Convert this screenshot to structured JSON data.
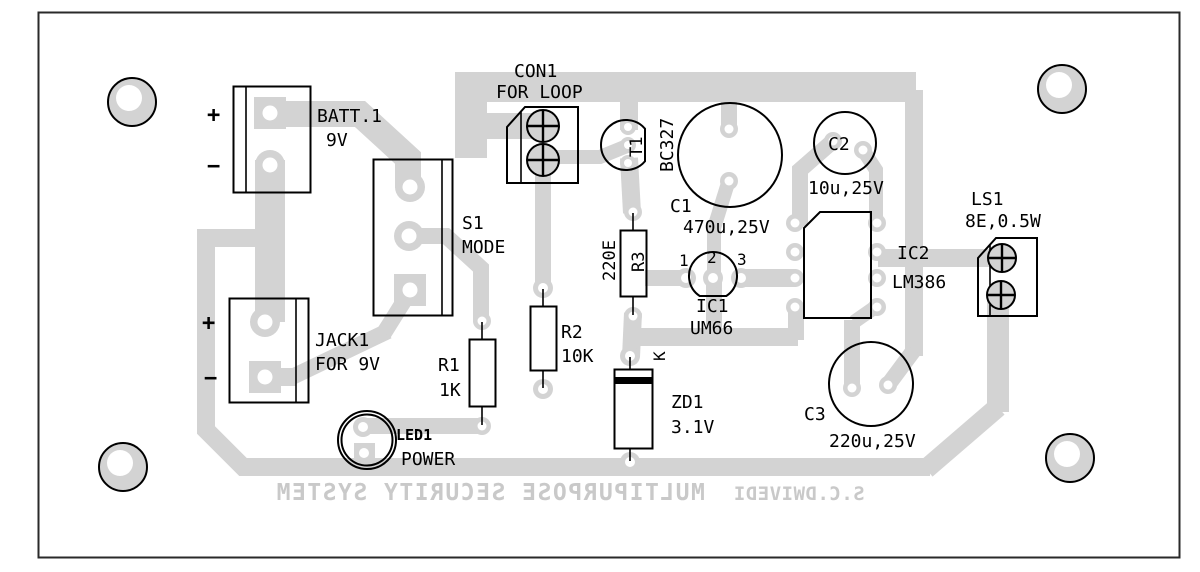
{
  "board": {
    "mirrored_bottom_text": {
      "title": "MULTIPURPOSE SECURITY SYSTEM",
      "author": "S.C.DWIVEDI"
    },
    "colors": {
      "trace": "#d3d3d3",
      "silkscreen": "#000000",
      "mirrored_text": "#c9c9c9",
      "background": "#ffffff"
    }
  },
  "components": {
    "batt1": {
      "ref": "BATT.1",
      "value": "9V",
      "plus": "+",
      "minus": "−"
    },
    "jack1": {
      "ref": "JACK1",
      "value": "FOR 9V",
      "plus": "+",
      "minus": "−"
    },
    "s1": {
      "ref": "S1",
      "value": "MODE"
    },
    "con1": {
      "ref": "CON1",
      "value": "FOR LOOP"
    },
    "r1": {
      "ref": "R1",
      "value": "1K"
    },
    "r2": {
      "ref": "R2",
      "value": "10K"
    },
    "r3": {
      "ref": "R3",
      "value": "220E"
    },
    "led1": {
      "ref": "LED1",
      "value": "POWER"
    },
    "t1": {
      "ref": "T1",
      "value": "BC327"
    },
    "c1": {
      "ref": "C1",
      "value": "470u,25V"
    },
    "c2": {
      "ref": "C2",
      "value": "10u,25V"
    },
    "c3": {
      "ref": "C3",
      "value": "220u,25V"
    },
    "zd1": {
      "ref": "ZD1",
      "value": "3.1V",
      "cathode_mark": "K"
    },
    "ic1": {
      "ref": "IC1",
      "value": "UM66",
      "pins": [
        "1",
        "2",
        "3"
      ]
    },
    "ic2": {
      "ref": "IC2",
      "value": "LM386"
    },
    "ls1": {
      "ref": "LS1",
      "value": "8E,0.5W"
    }
  }
}
